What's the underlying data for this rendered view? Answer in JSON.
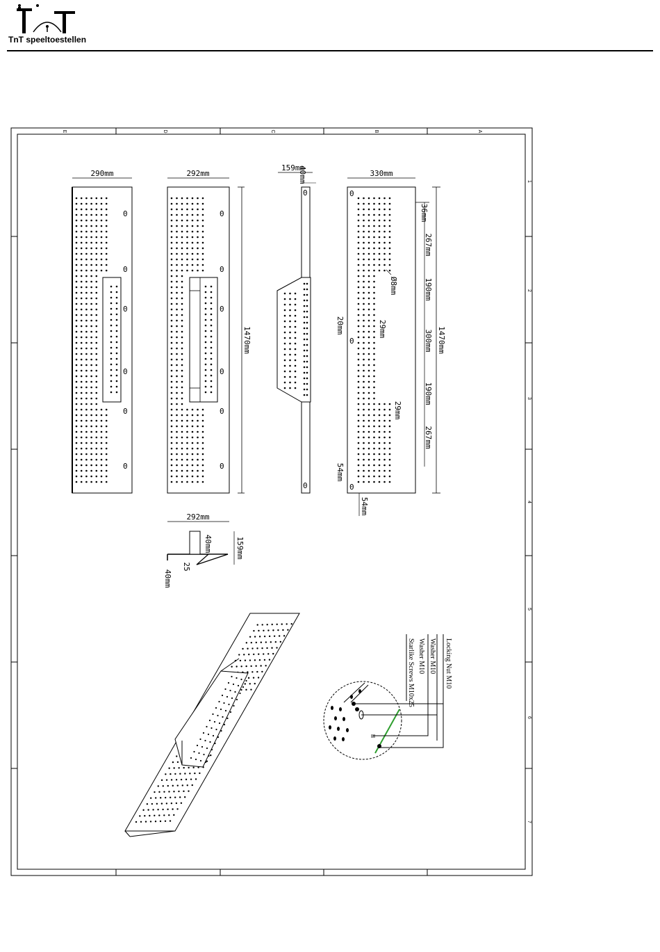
{
  "header": {
    "company_name": "TnT speeltoestellen"
  },
  "frame": {
    "column_letters": [
      "E",
      "D",
      "C",
      "B",
      "A"
    ],
    "row_numbers": [
      "1",
      "2",
      "3",
      "4",
      "5",
      "6",
      "7"
    ]
  },
  "views": {
    "panel_left_width": "290mm",
    "panel_mid_width": "292mm",
    "panel_length": "1470mm",
    "side_width": "159mm",
    "side_flange": "40",
    "side_flange_unit": "mm",
    "side_marker": "0",
    "right_panel_width": "330mm",
    "right_length": "1470mm",
    "right_dims": [
      "36mm",
      "267mm",
      "190mm",
      "300mm",
      "190mm",
      "267mm"
    ],
    "hole_diameter": "Ø8mm",
    "hole_spacing_top": "29mm",
    "hole_spacing_bottom": "29mm",
    "edge_offset": "20mm",
    "bottom_offset_left": "54mm",
    "bottom_offset_under": "54mm",
    "marker": "0"
  },
  "section": {
    "width": "292mm",
    "height": "159mm",
    "upstand": "40mm",
    "gap": "25",
    "foot": "40mm"
  },
  "callouts": {
    "items": [
      "Locking Nut M10",
      "Washer M10",
      "Washer M10",
      "Starlike Screws M10x25"
    ]
  },
  "colors": {
    "line": "#000000",
    "accent_green": "#2e9e2e",
    "grey_part": "#9a9a9a"
  }
}
